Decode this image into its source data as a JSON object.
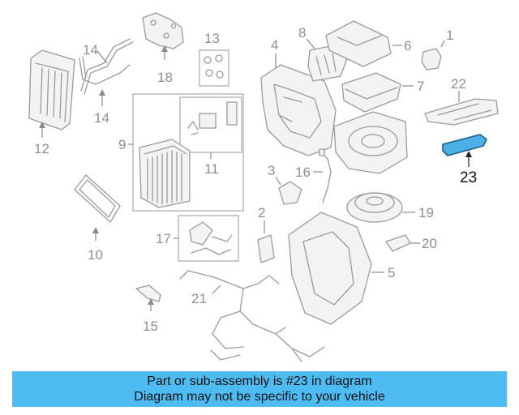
{
  "banner": {
    "line1": "Part or sub-assembly is #23 in diagram",
    "line2": "Diagram may not be specific to your vehicle"
  },
  "highlighted_part": "23",
  "colors": {
    "highlight": "#4ab0e6",
    "banner": "#4ebcf2",
    "line_art": "#9a9a9a"
  },
  "callouts": {
    "c1": "1",
    "c2": "2",
    "c3": "3",
    "c4": "4",
    "c5": "5",
    "c6": "6",
    "c7": "7",
    "c8": "8",
    "c9": "9",
    "c10": "10",
    "c11": "11",
    "c12": "12",
    "c13": "13",
    "c14a": "14",
    "c14b": "14",
    "c15": "15",
    "c16": "16",
    "c17": "17",
    "c18": "18",
    "c19": "19",
    "c20": "20",
    "c21": "21",
    "c22": "22",
    "c23": "23"
  }
}
